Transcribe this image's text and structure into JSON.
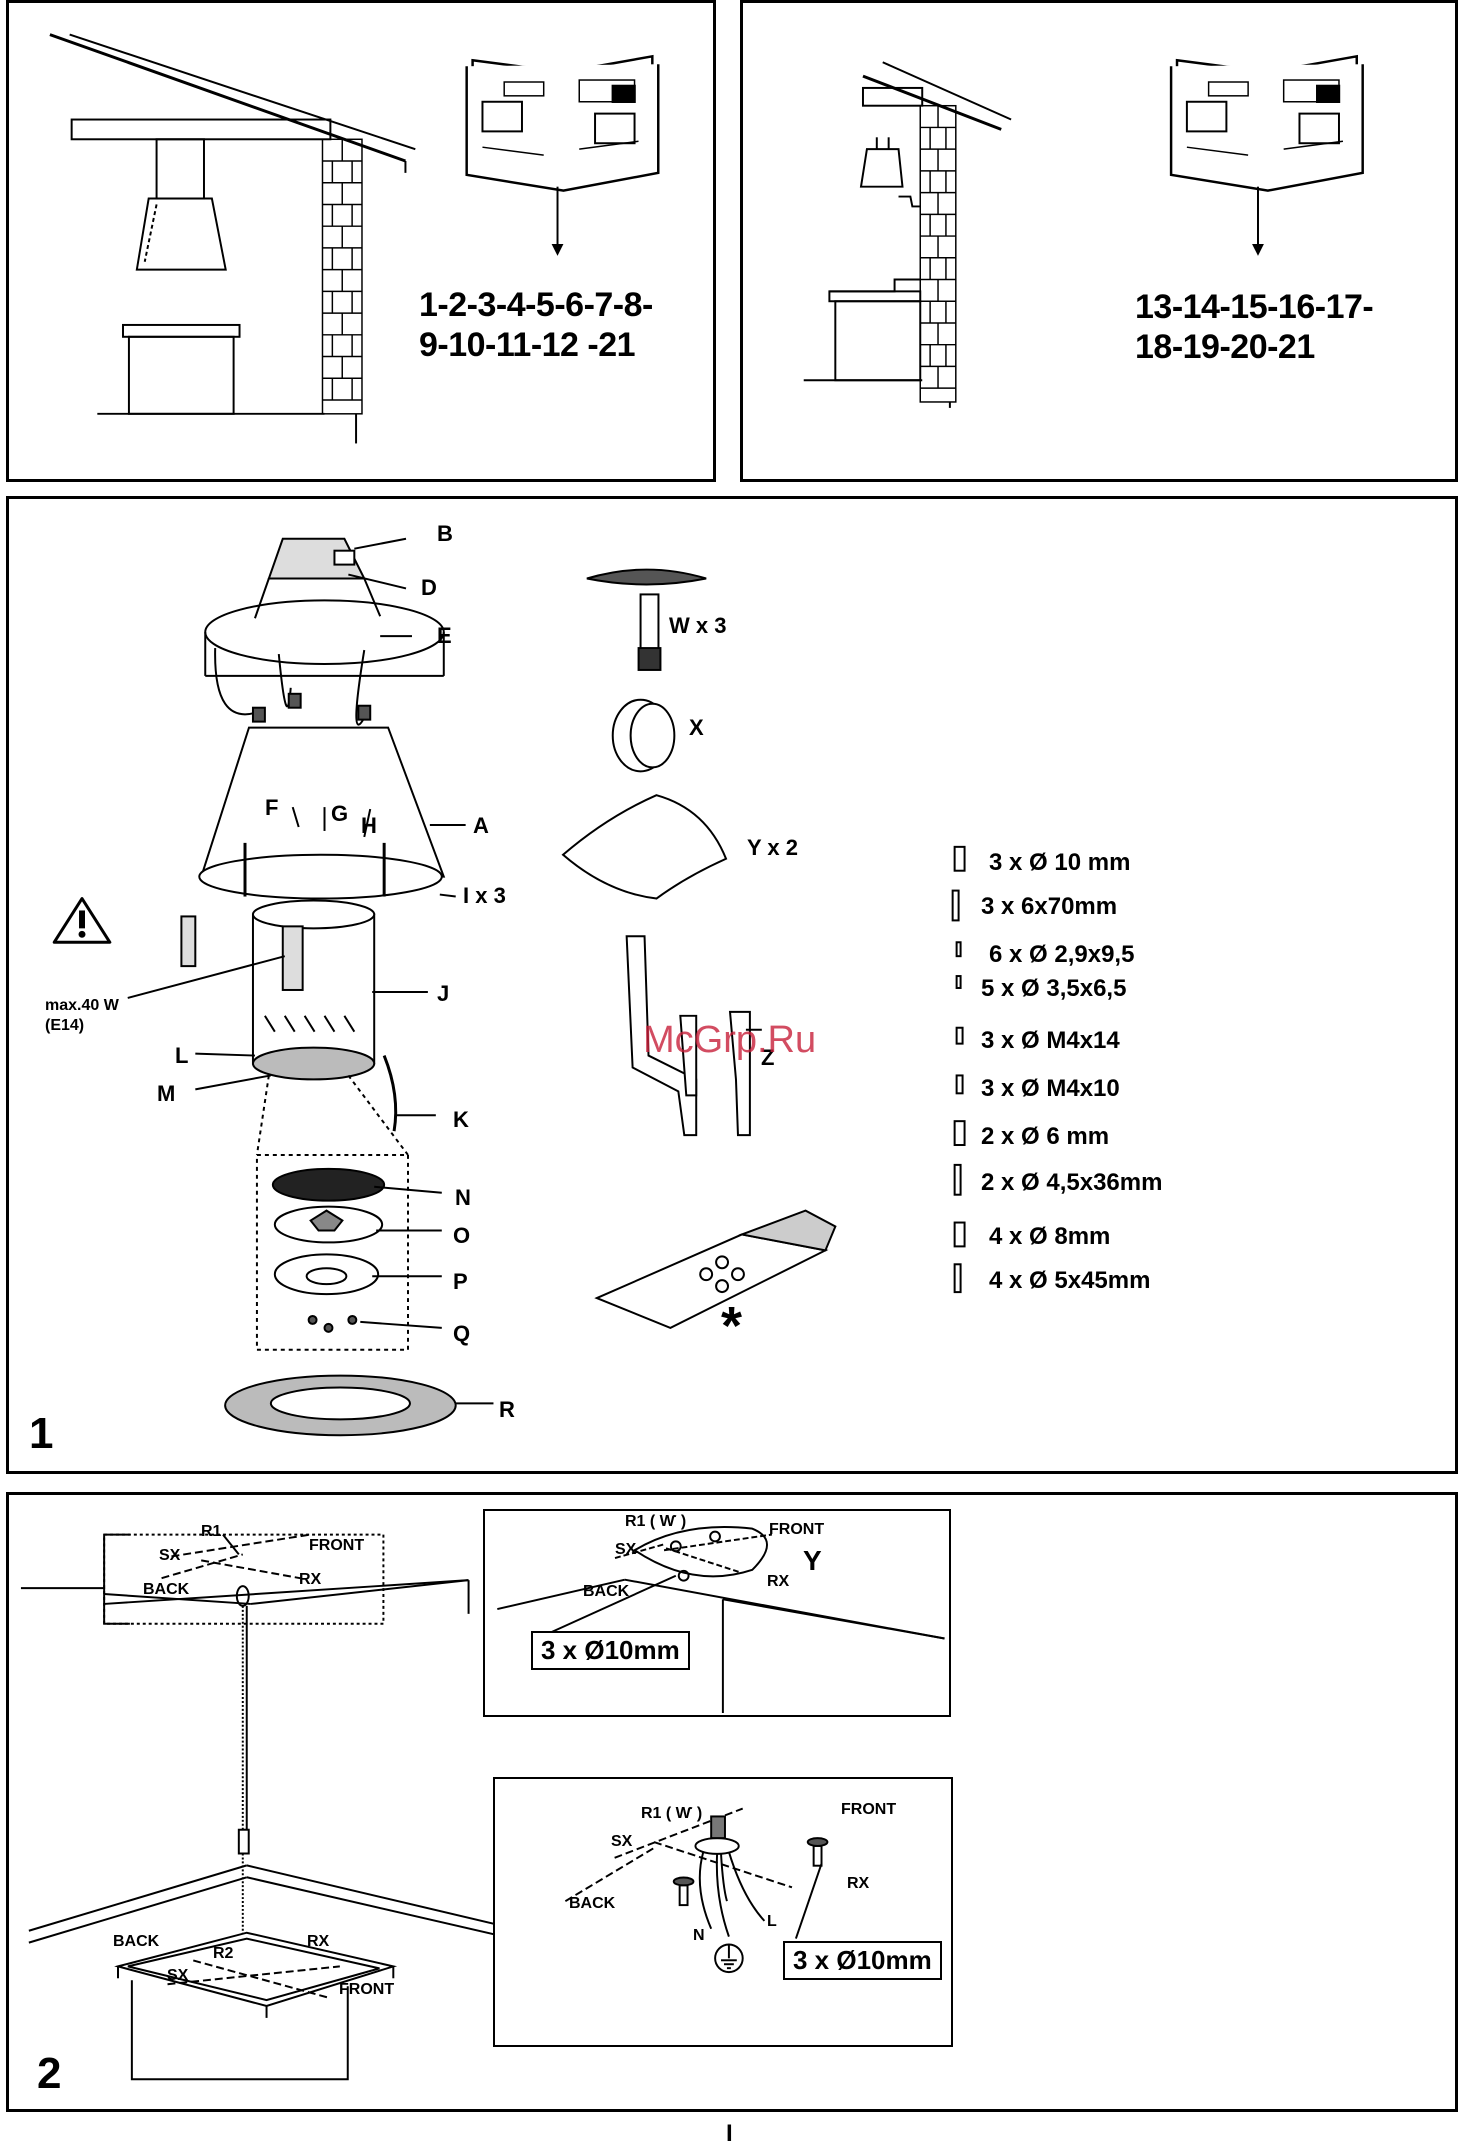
{
  "panel_a": {
    "steps_line1": "1-2-3-4-5-6-7-8-",
    "steps_line2": "9-10-11-12 -21"
  },
  "panel_b": {
    "steps_line1": "13-14-15-16-17-",
    "steps_line2": "18-19-20-21"
  },
  "figure1": {
    "number": "1",
    "parts": {
      "B": "B",
      "D": "D",
      "E": "E",
      "A": "A",
      "F": "F",
      "G": "G",
      "H": "H",
      "I": "I x 3",
      "J": "J",
      "K": "K",
      "L": "L",
      "M": "M",
      "N": "N",
      "O": "O",
      "P": "P",
      "Q": "Q",
      "R": "R",
      "W": "W x 3",
      "X": "X",
      "Y": "Y x 2",
      "Z": "Z",
      "star": "*"
    },
    "warning": {
      "line1": "max.40 W",
      "line2": "(E14)"
    },
    "hardware": [
      "3 x Ø 10 mm",
      "3 x 6x70mm",
      "6 x Ø 2,9x9,5",
      "5 x Ø 3,5x6,5",
      "3 x Ø M4x14",
      "3 x Ø M4x10",
      "2 x Ø 6 mm",
      "2 x Ø 4,5x36mm",
      "4 x Ø 8mm",
      "4 x Ø 5x45mm"
    ],
    "watermark": "McGrp.Ru"
  },
  "figure2": {
    "number": "2",
    "main": {
      "r1": "R1",
      "sx": "SX",
      "front": "FRONT",
      "back": "BACK",
      "rx": "RX",
      "r2": "R2",
      "sx2": "SX",
      "front2": "FRONT",
      "back2": "BACK",
      "rx2": "RX"
    },
    "inset_top": {
      "r1": "R1 ( Ⱳ )",
      "sx": "SX",
      "front": "FRONT",
      "back": "BACK",
      "rx": "RX",
      "y": "Y",
      "callout": "3 x Ø10mm"
    },
    "inset_bottom": {
      "r1": "R1 ( Ⱳ )",
      "sx": "SX",
      "front": "FRONT",
      "back": "BACK",
      "rx": "RX",
      "n": "N",
      "l": "L",
      "callout": "3 x Ø10mm"
    }
  },
  "page_footer": "I"
}
